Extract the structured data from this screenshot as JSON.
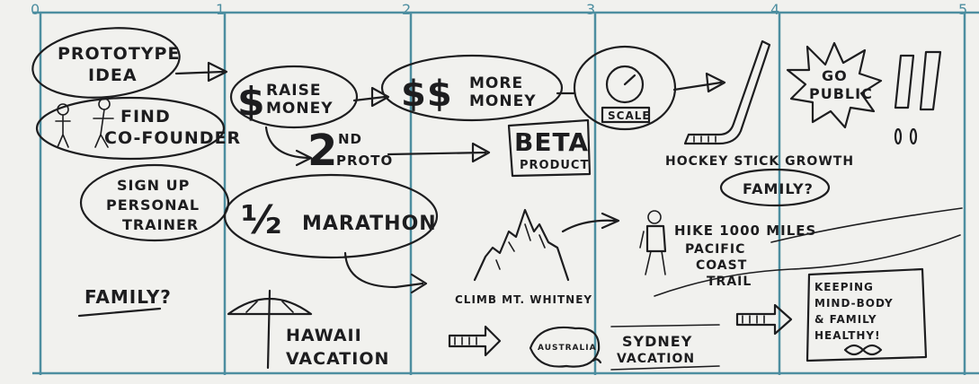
{
  "timeline": {
    "ticks": [
      "0",
      "1",
      "2",
      "3",
      "4",
      "5"
    ]
  },
  "notes": {
    "prototype_1": "PROTOTYPE",
    "prototype_2": "IDEA",
    "find_1": "FIND",
    "find_2": "CO-FOUNDER",
    "raise_1": "RAISE",
    "raise_2": "MONEY",
    "more_1": "MORE",
    "more_2": "MONEY",
    "second_num": "2",
    "second_sup": "ND",
    "second_word": "PROTO",
    "beta": "BETA",
    "product": "PRODUCT",
    "scale": "SCALE",
    "hockey": "HOCKEY STICK GROWTH",
    "go": "GO",
    "public": "PUBLIC",
    "signup_1": "SIGN UP",
    "signup_2": "PERSONAL",
    "signup_3": "TRAINER",
    "half": "½",
    "marathon": "MARATHON",
    "family_q": "FAMILY?",
    "family_left": "FAMILY?",
    "climb": "CLIMB MT. WHITNEY",
    "hike_1": "HIKE 1000 MILES",
    "hike_2": "PACIFIC",
    "hike_3": "COAST",
    "hike_4": "TRAIL",
    "hawaii_1": "HAWAII",
    "hawaii_2": "VACATION",
    "australia": "AUSTRALIA",
    "sydney_1": "SYDNEY",
    "sydney_2": "VACATION",
    "keeping_1": "KEEPING",
    "keeping_2": "MIND-BODY",
    "keeping_3": "& FAMILY",
    "keeping_4": "HEALTHY!"
  }
}
